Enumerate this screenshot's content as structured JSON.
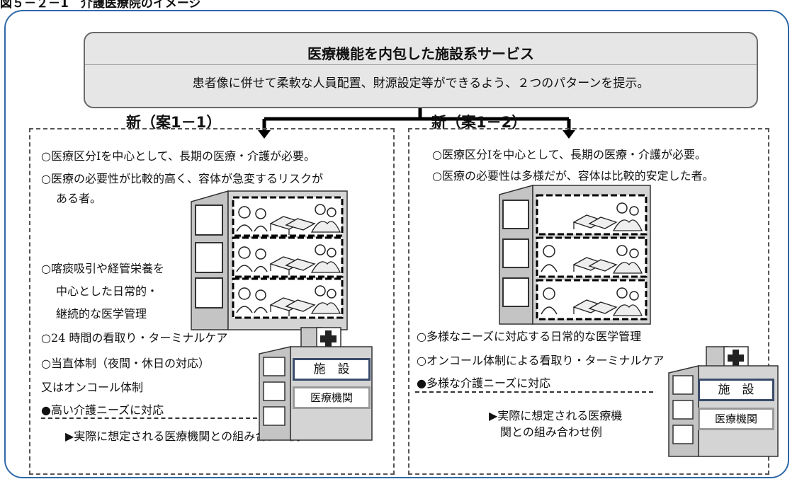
{
  "page_title": "図５－２－1　介護医療院のイメージ",
  "header": {
    "title": "医療機能を内包した施設系サービス",
    "subtitle": "患者像に併せて柔軟な人員配置、財源設定等ができるよう、２つのパターンを提示。"
  },
  "left": {
    "heading": "新（案1－1）",
    "patient_lines": [
      "○医療区分Ⅰを中心として、長期の医療・介護が必要。",
      "○医療の必要性が比較的高く、容体が急変するリスクが",
      "ある者。"
    ],
    "care_lines": [
      "○喀痰吸引や経管栄養を",
      "中心とした日常的・",
      "継続的な医学管理",
      "○24 時間の看取り・ターミナルケア",
      "○当直体制（夜間・休日の対応）",
      "又はオンコール体制",
      "●高い介護ニーズに対応"
    ],
    "facility_label": "施　設",
    "clinic_label": "医療機関",
    "example": "▶実際に想定される医療機関との組み合わせ例"
  },
  "right": {
    "heading": "新（案1－2）",
    "patient_lines": [
      "○医療区分Ⅰを中心として、長期の医療・介護が必要。",
      "○医療の必要性は多様だが、容体は比較的安定した者。"
    ],
    "care_lines": [
      "○多様なニーズに対応する日常的な医学管理",
      "○オンコール体制による看取り・ターミナルケア",
      "●多様な介護ニーズに対応"
    ],
    "facility_label": "施　設",
    "clinic_label": "医療機関",
    "example_lines": [
      "▶実際に想定される医療機",
      "関との組み合わせ例"
    ]
  },
  "colors": {
    "frame": "#2f68a8",
    "header_fill": "#e6e6e6",
    "facility_border": "#3a4c6a",
    "clinic_border": "#9a9a9a"
  },
  "icons": [
    "doctor-icon",
    "nurse-icon",
    "bed-icon",
    "caregiver-patient-icon",
    "medical-cross-icon"
  ]
}
